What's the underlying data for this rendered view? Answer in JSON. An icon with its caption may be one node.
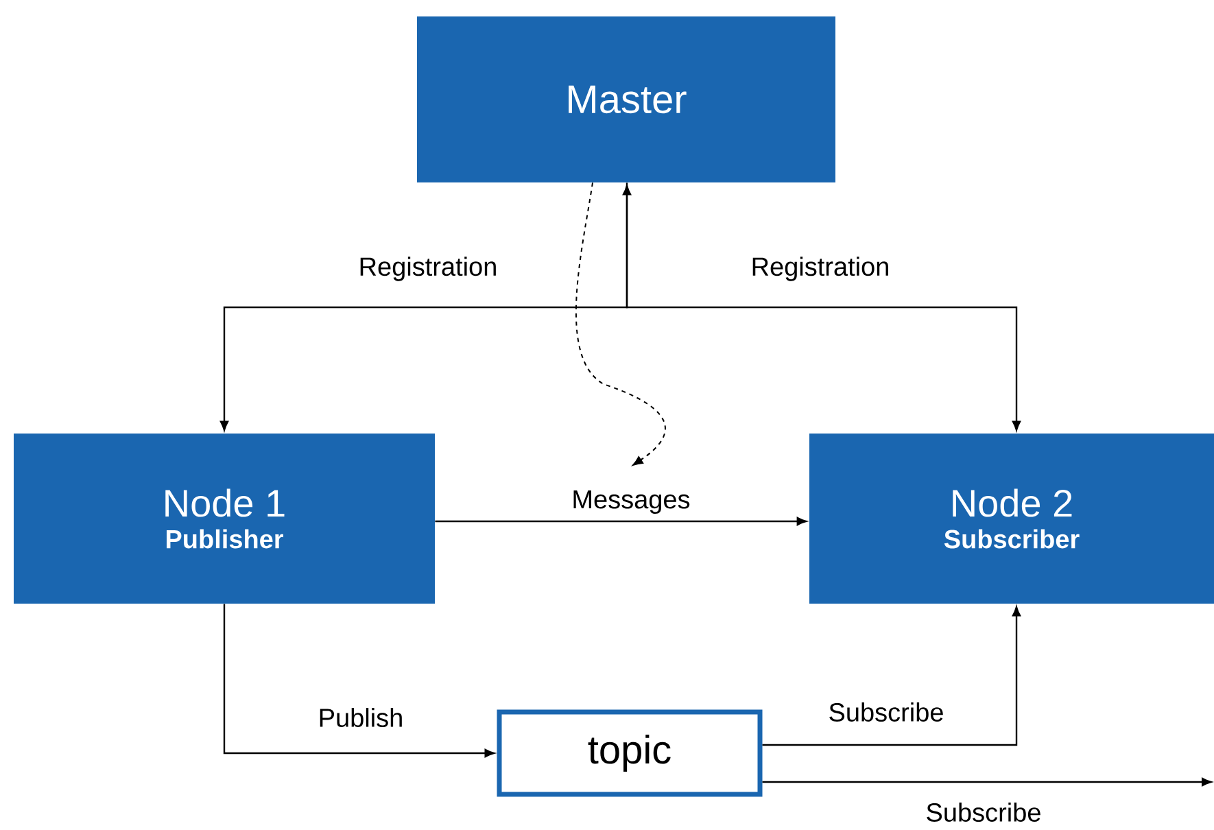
{
  "diagram": {
    "nodes": [
      {
        "text": [
          "Master"
        ]
      },
      {
        "text": [
          "Node 1",
          "Publisher"
        ]
      },
      {
        "text": [
          "Node 2",
          "Subscriber"
        ]
      },
      {
        "text": [
          "topic"
        ]
      }
    ],
    "edges": [
      {
        "from": 0,
        "to": 1,
        "arrow": "both",
        "label": "Registration"
      },
      {
        "from": 0,
        "to": 2,
        "arrow": "to",
        "label": "Registration"
      },
      {
        "from": 0,
        "to": null,
        "arrow": "to",
        "style": "dashed"
      },
      {
        "from": 1,
        "to": 2,
        "arrow": "to",
        "label": "Messages"
      },
      {
        "from": 1,
        "to": 3,
        "arrow": "to",
        "label": "Publish"
      },
      {
        "from": 3,
        "to": 2,
        "arrow": "to",
        "label": "Subscribe"
      },
      {
        "from": 3,
        "to": null,
        "arrow": "to",
        "label": "Subscribe"
      }
    ]
  }
}
